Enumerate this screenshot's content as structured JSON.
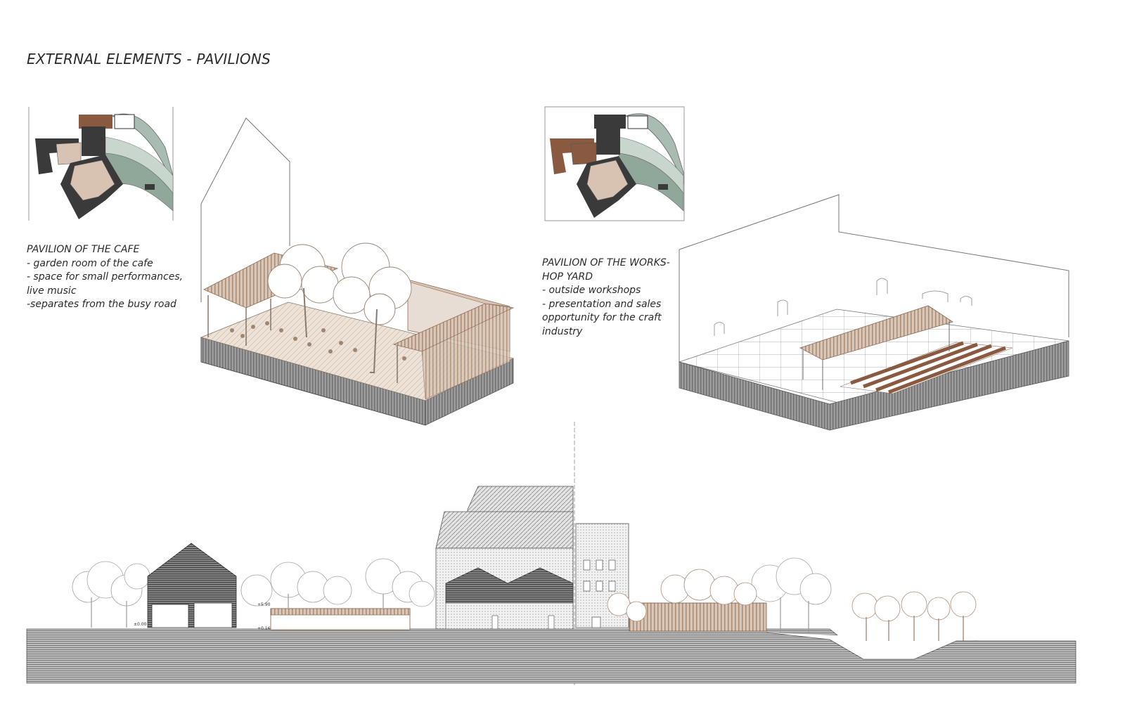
{
  "page": {
    "title": "EXTERNAL ELEMENTS - PAVILIONS"
  },
  "cafe_pavilion": {
    "lines": [
      "PAVILION OF THE CAFE",
      "- garden room of the cafe",
      "- space for small performances,",
      "live music",
      "-separates from the busy road"
    ]
  },
  "workshop_pavilion": {
    "lines": [
      "PAVILION OF THE WORKS-",
      "HOP YARD",
      "- outside workshops",
      "- presentation and sales",
      "opportunity for the craft",
      "industry"
    ]
  },
  "section_labels": {
    "l1": "+5.90",
    "l2": "±0.00",
    "l3": "+0.16"
  },
  "colors": {
    "wood": "#b89a82",
    "wood_dark": "#8a5a40",
    "green": "#8fa89a",
    "dark": "#3a3a3a",
    "line": "#555555"
  }
}
